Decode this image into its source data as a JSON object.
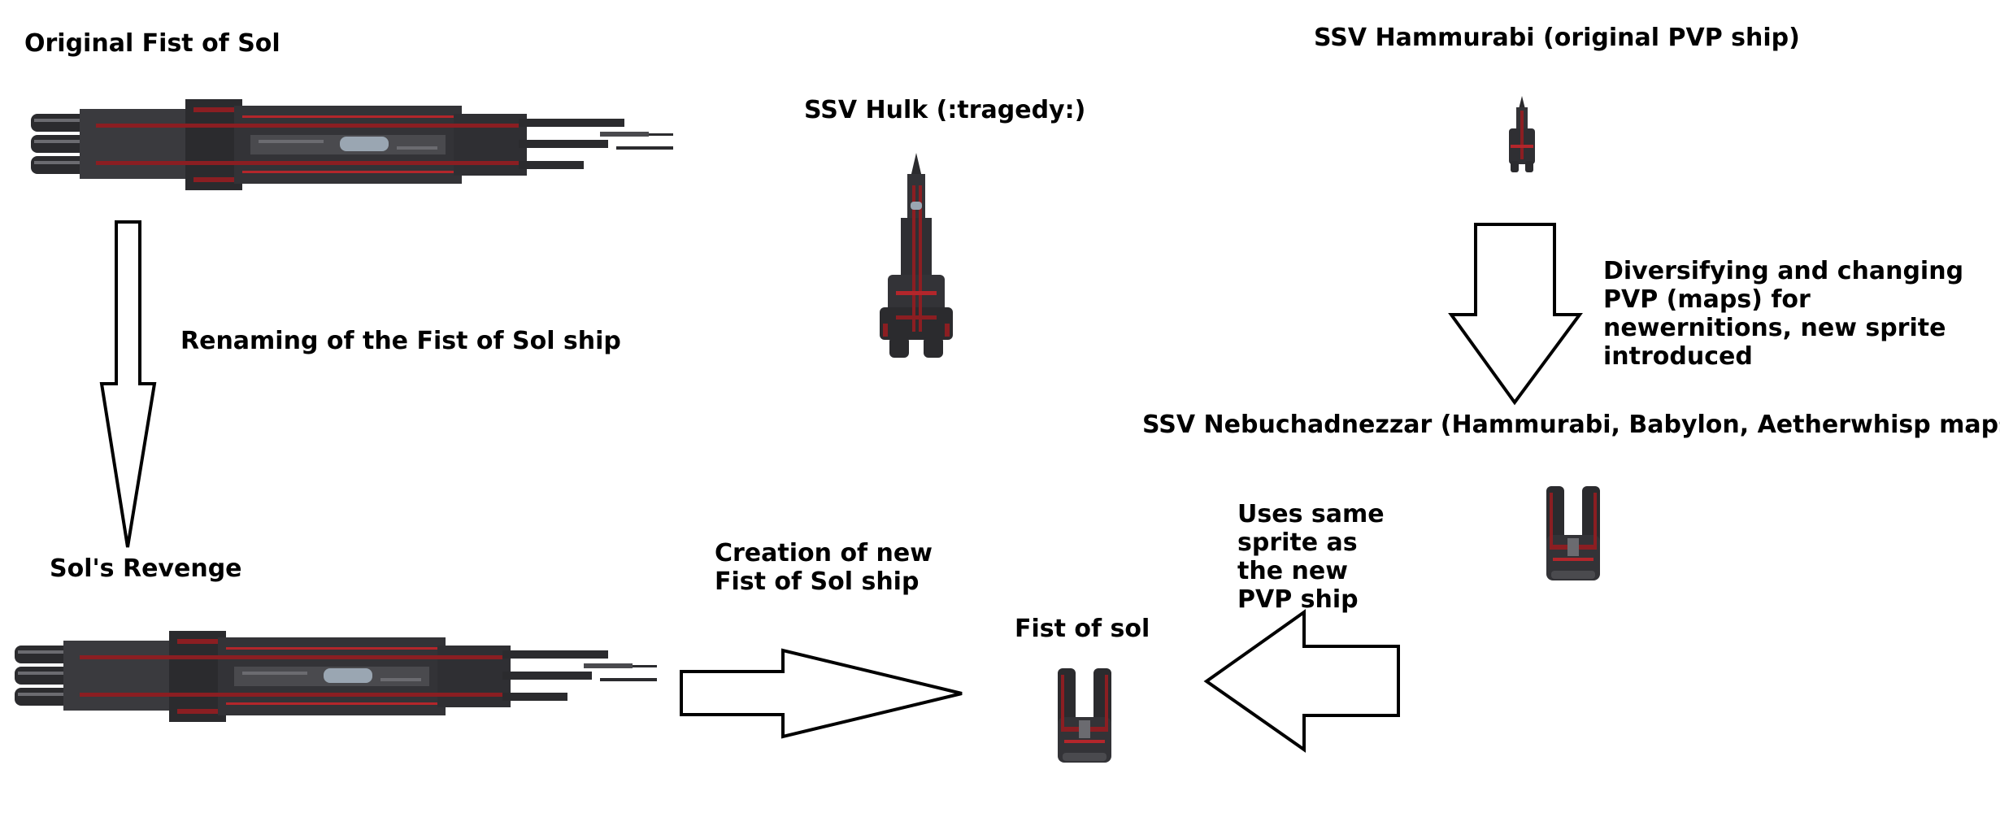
{
  "labels": {
    "original_fist": "Original Fist of Sol",
    "renaming": "Renaming of the Fist of Sol ship",
    "sols_revenge": "Sol's Revenge",
    "creation_new_fist": "Creation of new\nFist of Sol ship",
    "fist_of_sol": "Fist of sol",
    "hulk": "SSV Hulk (:tragedy:)",
    "hammurabi": "SSV Hammurabi (original PVP ship)",
    "diversifying": "Diversifying and changing\nPVP (maps) for\nnewernitions, new sprite\nintroduced",
    "nebuchadnezzar": "SSV Nebuchadnezzar (Hammurabi, Babylon, Aetherwhisp maps)",
    "uses_same_sprite": "Uses same\nsprite as\nthe new\nPVP ship"
  },
  "colors": {
    "hull_dark": "#2b2b2e",
    "hull_mid": "#4a4a4e",
    "hull_light": "#6b6b70",
    "accent_red": "#8b1e22",
    "accent_red_bright": "#b3262b",
    "cockpit": "#9aa6b2",
    "arrow_stroke": "#000000",
    "arrow_fill": "#ffffff"
  }
}
